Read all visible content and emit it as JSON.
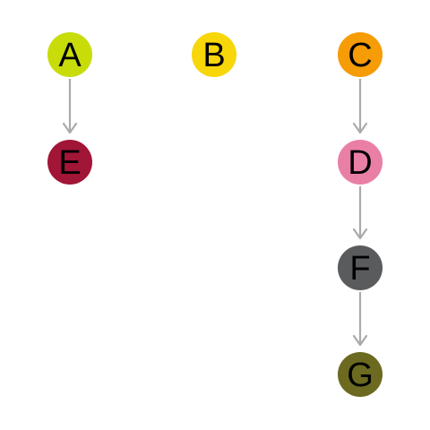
{
  "nodes": [
    {
      "id": "A",
      "label": "A",
      "color": "#c8dc0a"
    },
    {
      "id": "B",
      "label": "B",
      "color": "#f7d60a"
    },
    {
      "id": "C",
      "label": "C",
      "color": "#f59c06"
    },
    {
      "id": "D",
      "label": "D",
      "color": "#ea7fa6"
    },
    {
      "id": "E",
      "label": "E",
      "color": "#a11537"
    },
    {
      "id": "F",
      "label": "F",
      "color": "#5a5b5d"
    },
    {
      "id": "G",
      "label": "G",
      "color": "#6b6a20"
    }
  ],
  "edges": [
    {
      "from": "A",
      "to": "E"
    },
    {
      "from": "C",
      "to": "D"
    },
    {
      "from": "D",
      "to": "F"
    },
    {
      "from": "F",
      "to": "G"
    }
  ],
  "edge_color": "#aaaaaa"
}
